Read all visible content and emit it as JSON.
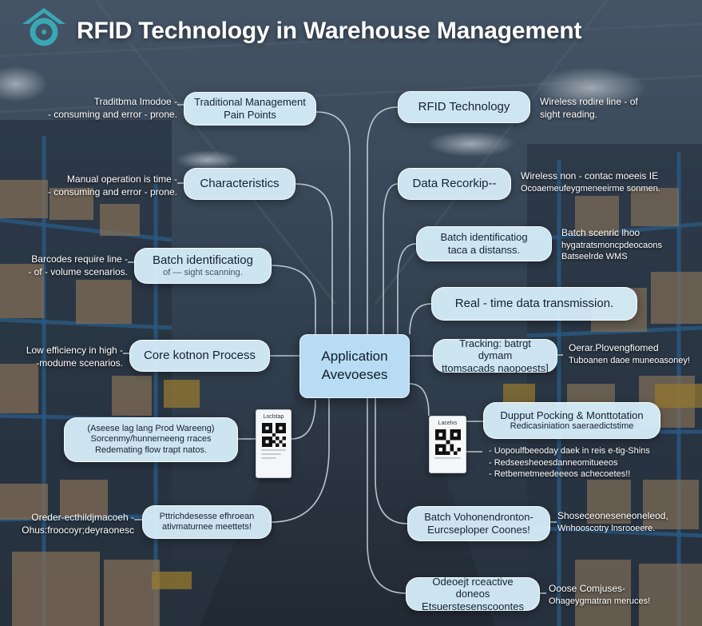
{
  "title": "RFID Technology in Warehouse Management",
  "center_node": {
    "line1": "Application",
    "line2": "Avevoeses"
  },
  "left_nodes": [
    {
      "id": "traditional",
      "lines": [
        "Traditional Management",
        "Pain Points"
      ]
    },
    {
      "id": "characteristics",
      "lines": [
        "Characteristics"
      ]
    },
    {
      "id": "batch-identification-left",
      "lines": [
        "Batch identificatiog",
        "of — sight scanning."
      ]
    },
    {
      "id": "core-process",
      "lines": [
        "Core kotnon Process"
      ]
    },
    {
      "id": "leases",
      "lines": [
        "(Aseese lag lang Prod Wareeng)",
        "Sorcenmy/hunnerneeng rraces",
        "Redemating flow trapt natos."
      ]
    },
    {
      "id": "retirements",
      "lines": [
        "Pttrichdesesse efhroean",
        "ativmaturnee meettets!"
      ]
    }
  ],
  "right_nodes": [
    {
      "id": "rfid-technology",
      "lines": [
        "RFID Technology"
      ]
    },
    {
      "id": "data-recording",
      "lines": [
        "Data Recorkip--"
      ]
    },
    {
      "id": "batch-identification-right",
      "lines": [
        "Batch identificatiog",
        "taca a distanss."
      ]
    },
    {
      "id": "realtime",
      "lines": [
        "Real - time data transmission."
      ]
    },
    {
      "id": "tracking",
      "lines": [
        "Tracking: batrgt dymam",
        "ttomsacads naopoests]"
      ]
    },
    {
      "id": "output-packing",
      "lines": [
        "Dupput Pocking & Monttotation",
        "Redicasiniation saeraedictstime"
      ]
    },
    {
      "id": "batch-volume",
      "lines": [
        "Batch Vohonendronton-",
        "Eurcseploper Coones!"
      ]
    },
    {
      "id": "closure",
      "lines": [
        "Odeoejt rceactive doneos",
        "Etsuerstesenscoontes"
      ]
    }
  ],
  "left_notes": [
    {
      "id": "traditional-note",
      "lines": [
        "Traditbma Imodoe -",
        "- consuming and error - prone."
      ]
    },
    {
      "id": "manual-note",
      "lines": [
        "Manual operation is time -",
        "- consuming and error - prone."
      ]
    },
    {
      "id": "barcodes-note",
      "lines": [
        "Barcodes require line -",
        "- of - volume scenarios."
      ]
    },
    {
      "id": "efficiency-note",
      "lines": [
        "Low efficiency in high -",
        "-modume scenarios."
      ]
    },
    {
      "id": "order-note",
      "lines": [
        "Oreder-ecthildjmacoeh -",
        "Ohus:froocoyr;deyraonesc"
      ]
    }
  ],
  "right_notes": [
    {
      "id": "wireless-note",
      "lines": [
        "Wireless rodire line - of",
        "sight reading."
      ]
    },
    {
      "id": "contactless-note",
      "lines": [
        "Wireless non - contac moeeis IE",
        "Ocoaemeufeygmeneeirme sonmen."
      ]
    },
    {
      "id": "batch-scenario-note",
      "lines": [
        "Batch scenric lhoo",
        "hygatratsmoncpdeocaons",
        "Batseelrde WMS"
      ]
    },
    {
      "id": "operations-note",
      "lines": [
        "Oerar.Plovengfiomed",
        "Tuboanen daoe muneoasoney!"
      ]
    },
    {
      "id": "output-list-note",
      "lines": [
        "- Uopoulfbeeoday daek in reis e-tig-Shins",
        "- Redseesheoesdanneomitueeos",
        "- Retbemetmeedeeeos achecoetes!!"
      ]
    },
    {
      "id": "scenario-note",
      "lines": [
        "Shoseceoneseneoneleod,",
        "Wnhooscotry lnsrooeere."
      ]
    },
    {
      "id": "compliance-note",
      "lines": [
        "Ooose Comjuses-",
        "Ohageygmatran meruces!"
      ]
    }
  ],
  "qr_cards": [
    {
      "id": "qr-left",
      "title": "Loclstap"
    },
    {
      "id": "qr-right",
      "title": "Lacelxs"
    }
  ],
  "colors": {
    "node_fill": "#d6eefa",
    "center_fill": "#b7dcf3",
    "connector": "#dbe7ef",
    "title_text": "#ffffff"
  }
}
